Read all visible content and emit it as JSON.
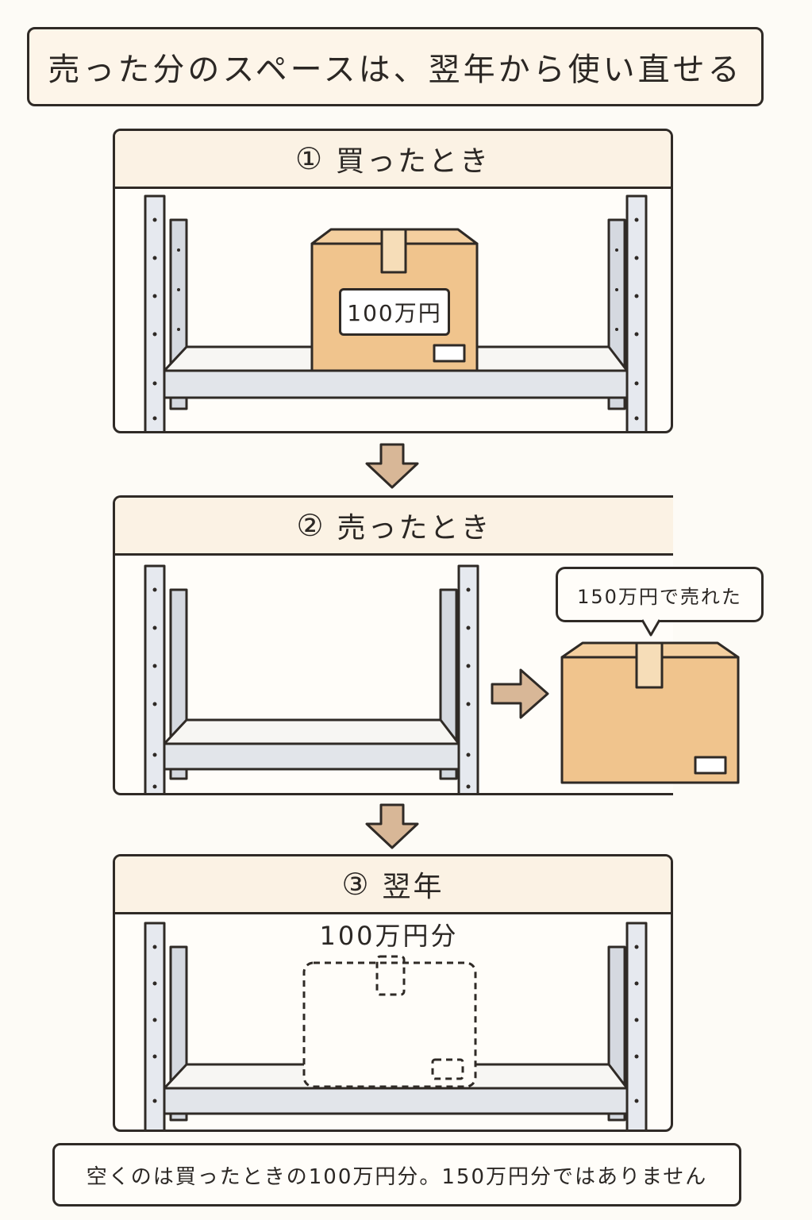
{
  "title": "売った分のスペースは、翌年から使い直せる",
  "panels": [
    {
      "num": "①",
      "label": "買ったとき"
    },
    {
      "num": "②",
      "label": "売ったとき"
    },
    {
      "num": "③",
      "label": "翌年"
    }
  ],
  "box_price": "100万円",
  "bubble_text": "150万円で売れた",
  "space_label": "100万円分",
  "note": "空くのは買ったときの100万円分。150万円分ではありません",
  "colors": {
    "cardboard": "#f0c48d",
    "tape": "#f6ddb8",
    "arrow": "#d8b797",
    "shelf_post": "#e6e9ef",
    "outline": "#2f2a26"
  }
}
